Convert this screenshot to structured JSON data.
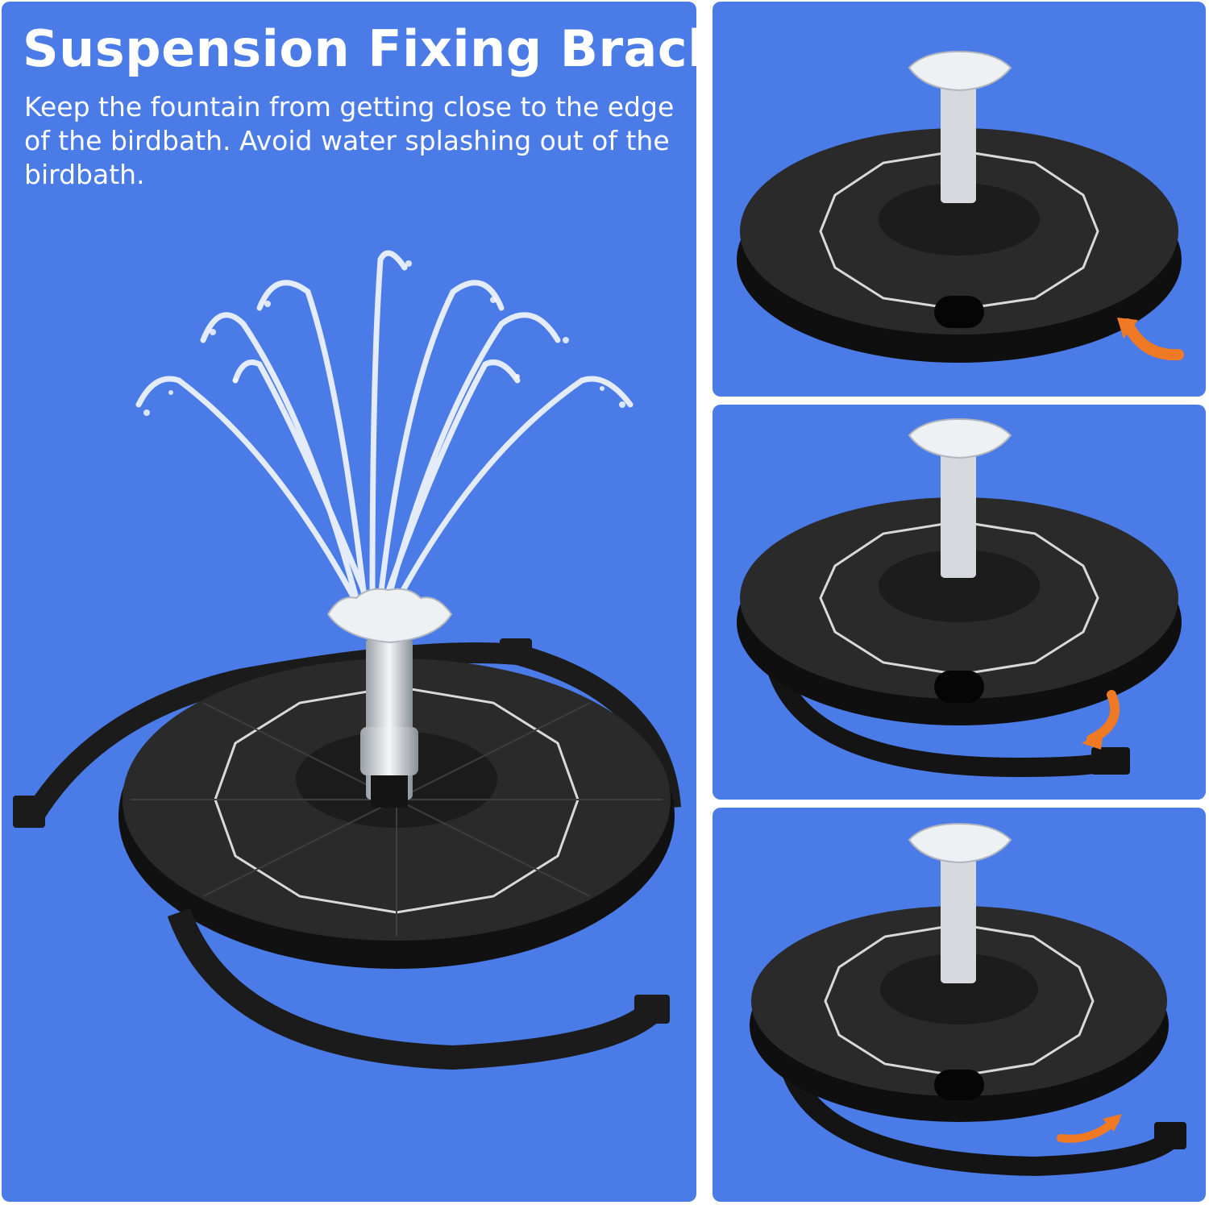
{
  "heading": {
    "title": "Suspension Fixing Bracket",
    "description": "Keep the fountain from getting close to the edge of the birdbath. Avoid water splashing out of the birdbath."
  },
  "icons": {
    "main": "solar-fountain-with-bracket",
    "step1": "fountain-bracket-folded",
    "step2": "fountain-bracket-rotating",
    "step3": "fountain-bracket-extended",
    "arrow": "orange-curved-arrow"
  },
  "colors": {
    "background": "#4a7be6",
    "panel_dark": "#1e1e1e",
    "arrow": "#f07a23",
    "water": "#ffffff"
  }
}
